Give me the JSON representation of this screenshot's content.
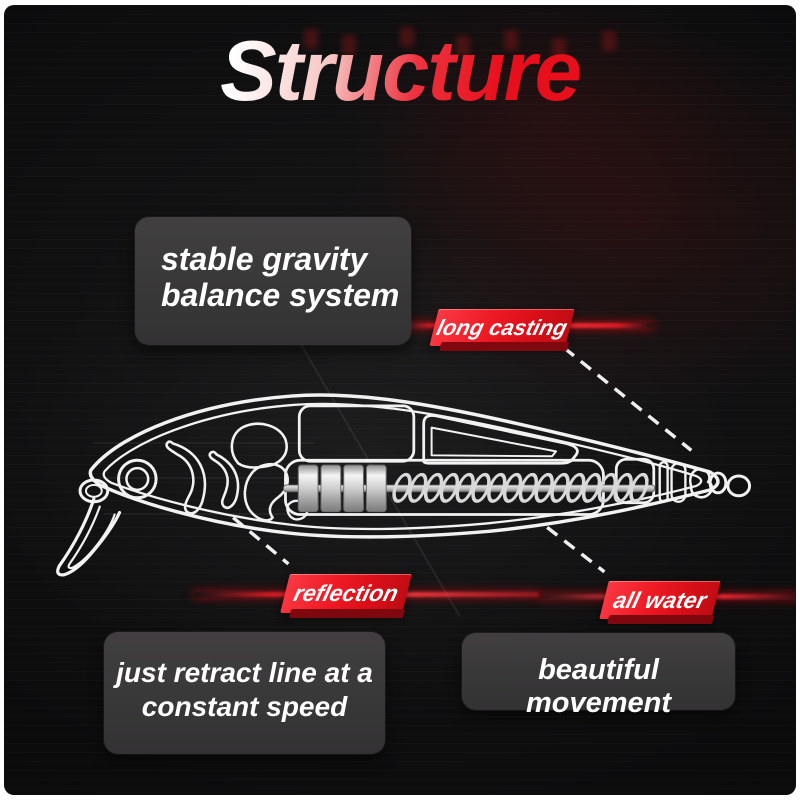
{
  "title": "Structure",
  "colors": {
    "accent_red": "#e8121d",
    "glow_red": "#ff3a44",
    "panel_gray": "#3a393a",
    "background": "#0d0d0e",
    "text_white": "#ffffff"
  },
  "callouts": {
    "stable": {
      "line1": "stable gravity",
      "line2": "balance system"
    },
    "long_casting": "long casting",
    "reflection": "reflection",
    "all_water": "all water",
    "retract": {
      "line1": "just retract line at a",
      "line2": "constant speed"
    },
    "beautiful": "beautiful movement"
  },
  "diagram": {
    "subject": "fishing-lure-internal-structure",
    "parts": [
      "nose-line-tie-ring",
      "diving-lip",
      "eye",
      "gill-arcs",
      "body-shell",
      "internal-compartments",
      "balance-weight-cylinders",
      "weight-transfer-spring",
      "tail-line-tie-ring"
    ]
  }
}
